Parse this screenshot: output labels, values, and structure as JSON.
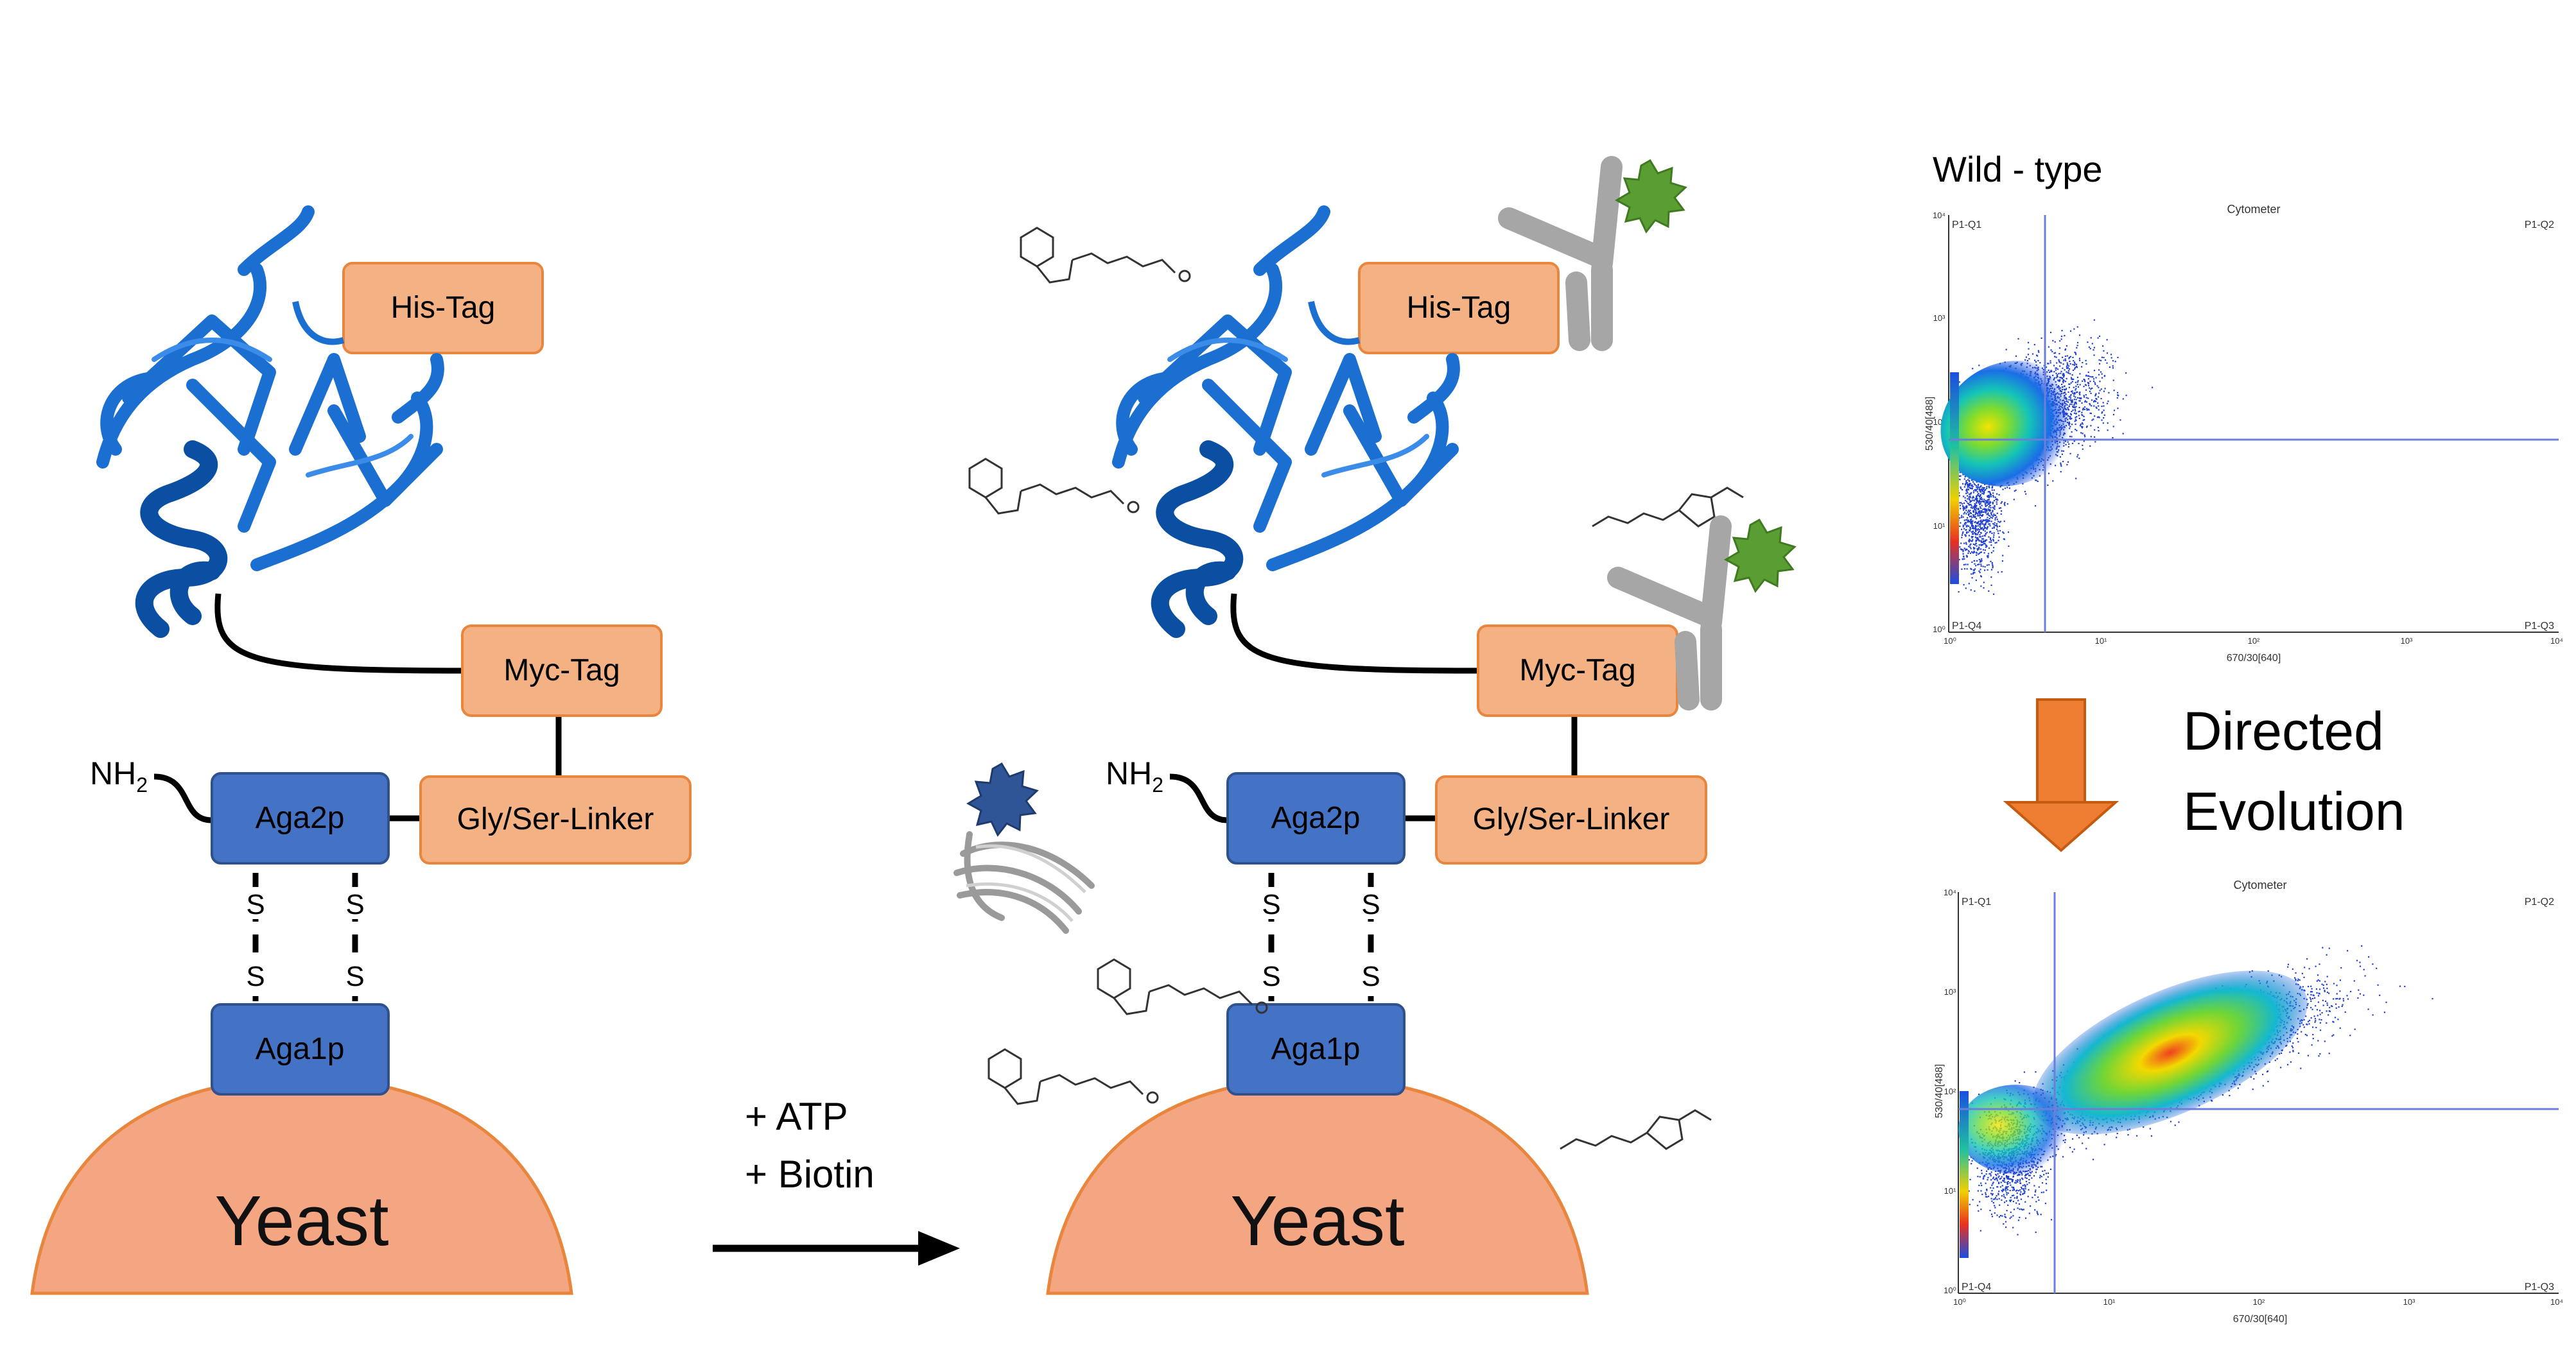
{
  "colors": {
    "tag_fill": "#f4b183",
    "tag_stroke": "#e8863d",
    "anchor_fill": "#4472c4",
    "anchor_stroke": "#2f528f",
    "yeast_fill": "#f4a582",
    "protein": "#1a6fd1",
    "protein_dark": "#0b4fa3",
    "arrow_orange": "#ed7d31",
    "antibody": "#a6a6a6",
    "green_star": "#5a9e33",
    "blue_star": "#2f5597",
    "plot_line": "#6c7fd8"
  },
  "left_panel": {
    "his_tag": "His-Tag",
    "myc_tag": "Myc-Tag",
    "linker": "Gly/Ser-Linker",
    "aga2p": "Aga2p",
    "aga1p": "Aga1p",
    "nh2": "NH",
    "nh2_sub": "2",
    "s_label": "S",
    "yeast": "Yeast"
  },
  "reaction": {
    "line1": "+ ATP",
    "line2": "+ Biotin"
  },
  "right_panel": {
    "his_tag": "His-Tag",
    "myc_tag": "Myc-Tag",
    "linker": "Gly/Ser-Linker",
    "aga2p": "Aga2p",
    "aga1p": "Aga1p",
    "nh2": "NH",
    "nh2_sub": "2",
    "s_label": "S",
    "yeast": "Yeast"
  },
  "flow": {
    "wild_label": "Wild - type",
    "evo_line1": "Directed",
    "evo_line2": "Evolution",
    "top_plot": {
      "title": "Cytometer",
      "q1": "P1-Q1",
      "q2": "P1-Q2",
      "q3": "P1-Q3",
      "q4": "P1-Q4",
      "x_label": "670/30[640]",
      "y_label": "530/40[488]",
      "x_ticks": [
        "10⁰",
        "10¹",
        "10²",
        "10³",
        "10⁴"
      ],
      "y_ticks": [
        "10⁴",
        "10³",
        "10²",
        "10¹",
        "10⁰"
      ]
    },
    "bottom_plot": {
      "title": "Cytometer",
      "q1": "P1-Q1",
      "q2": "P1-Q2",
      "q3": "P1-Q3",
      "q4": "P1-Q4",
      "x_label": "670/30[640]",
      "y_label": "530/40[488]",
      "x_ticks": [
        "10⁰",
        "10¹",
        "10²",
        "10³",
        "10⁴"
      ],
      "y_ticks": [
        "10⁴",
        "10³",
        "10²",
        "10¹",
        "10⁰"
      ]
    }
  }
}
